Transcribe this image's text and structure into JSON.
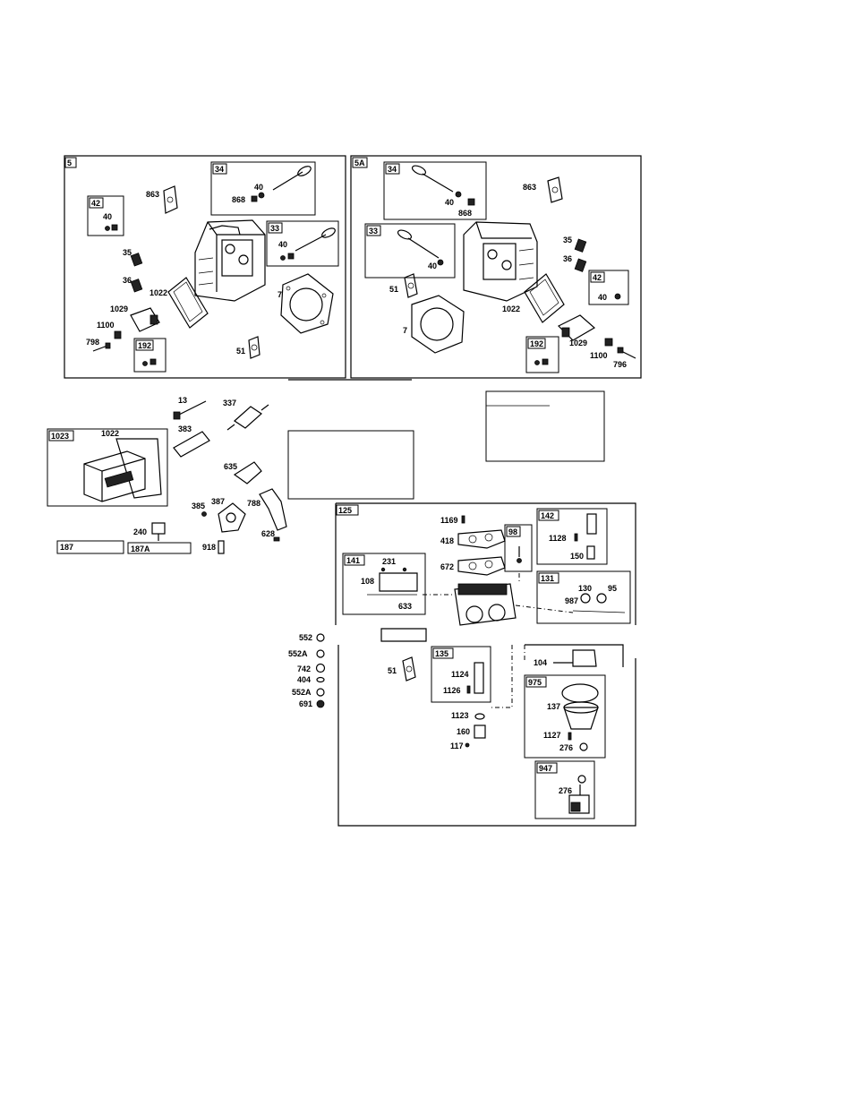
{
  "panels": {
    "p5": {
      "tag": "5",
      "callouts": {
        "k34": "34",
        "k40a": "40",
        "k868": "868",
        "k863": "863",
        "k42": "42",
        "k40b": "40",
        "k33": "33",
        "k40c": "40",
        "k35": "35",
        "k36": "36",
        "k1022": "1022",
        "k7": "7",
        "k1029": "1029",
        "k1100": "1100",
        "k798": "798",
        "k192": "192",
        "k51": "51"
      }
    },
    "p5a": {
      "tag": "5A",
      "callouts": {
        "k34": "34",
        "k40a": "40",
        "k868": "868",
        "k863": "863",
        "k33": "33",
        "k40b": "40",
        "k35": "35",
        "k36": "36",
        "k51": "51",
        "k7": "7",
        "k1022": "1022",
        "k42": "42",
        "k40c": "40",
        "k192": "192",
        "k1029": "1029",
        "k1100": "1100",
        "k796": "796"
      }
    },
    "mid": {
      "callouts": {
        "k13": "13",
        "k337": "337",
        "k383": "383",
        "k1023": "1023",
        "k1022": "1022",
        "k635": "635",
        "k385": "385",
        "k387": "387",
        "k788": "788",
        "k240": "240",
        "k628": "628",
        "k918": "918",
        "k187": "187",
        "k187a": "187A"
      }
    },
    "left": {
      "callouts": {
        "k552": "552",
        "k552a": "552A",
        "k742": "742",
        "k404": "404",
        "k552a2": "552A",
        "k691": "691"
      }
    },
    "p125": {
      "tag": "125",
      "callouts": {
        "k1169": "1169",
        "k418": "418",
        "k672": "672",
        "k98": "98",
        "k142": "142",
        "k1128": "1128",
        "k150": "150",
        "k141": "141",
        "k231": "231",
        "k108": "108",
        "k633": "633",
        "k131": "131",
        "k130": "130",
        "k95": "95",
        "k987": "987",
        "k51": "51",
        "k135": "135",
        "k1124": "1124",
        "k1126": "1126",
        "k104": "104",
        "k975": "975",
        "k137": "137",
        "k1123": "1123",
        "k160": "160",
        "k117": "117",
        "k1127": "1127",
        "k276a": "276",
        "k947": "947",
        "k276b": "276"
      }
    }
  }
}
